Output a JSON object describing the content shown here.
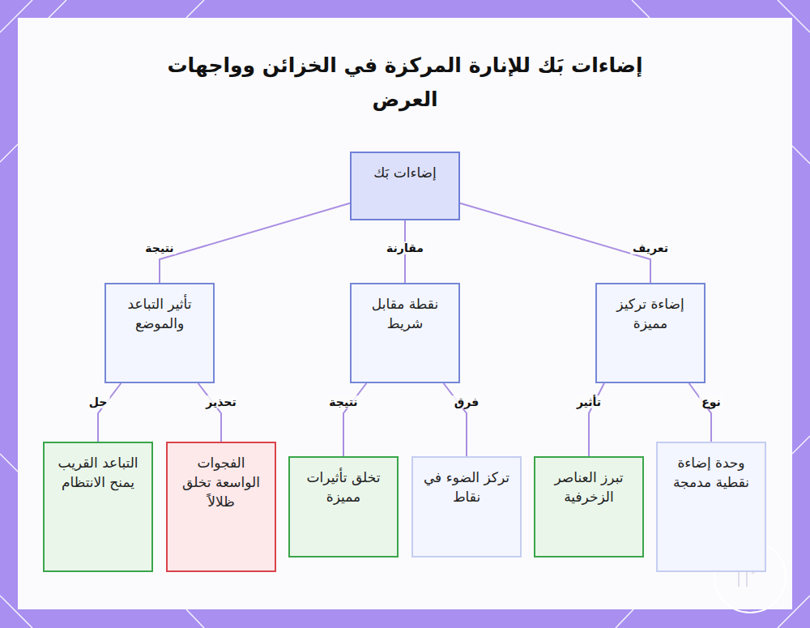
{
  "diagram": {
    "title": "إضاءات بَك للإنارة المركزة في الخزائن وواجهات العرض",
    "nodes": [
      {
        "text": [
          "إضاءات بَك"
        ]
      },
      {
        "text": [
          "إضاءة تركيز مميزة"
        ]
      },
      {
        "text": [
          "نقطة مقابل شريط"
        ]
      },
      {
        "text": [
          "تأثير التباعد والموضع"
        ]
      },
      {
        "text": [
          "وحدة إضاءة نقطية مدمجة"
        ]
      },
      {
        "text": [
          "تبرز العناصر الزخرفية"
        ]
      },
      {
        "text": [
          "تركز الضوء في نقاط"
        ]
      },
      {
        "text": [
          "تخلق تأثيرات مميزة"
        ]
      },
      {
        "text": [
          "الفجوات الواسعة تخلق ظلالاً"
        ]
      },
      {
        "text": [
          "التباعد القريب يمنح الانتظام"
        ]
      }
    ],
    "edges": [
      {
        "from": 0,
        "to": 1,
        "label": "تعريف",
        "arrow": "none"
      },
      {
        "from": 0,
        "to": 2,
        "label": "مقارنة",
        "arrow": "none"
      },
      {
        "from": 0,
        "to": 3,
        "label": "نتيجة",
        "arrow": "none"
      },
      {
        "from": 1,
        "to": 4,
        "label": "نوع",
        "arrow": "none"
      },
      {
        "from": 1,
        "to": 5,
        "label": "تأثير",
        "arrow": "none"
      },
      {
        "from": 2,
        "to": 6,
        "label": "فرق",
        "arrow": "none"
      },
      {
        "from": 2,
        "to": 7,
        "label": "نتيجة",
        "arrow": "none"
      },
      {
        "from": 3,
        "to": 8,
        "label": "تحذير",
        "arrow": "none"
      },
      {
        "from": 3,
        "to": 9,
        "label": "حل",
        "arrow": "none"
      }
    ]
  }
}
